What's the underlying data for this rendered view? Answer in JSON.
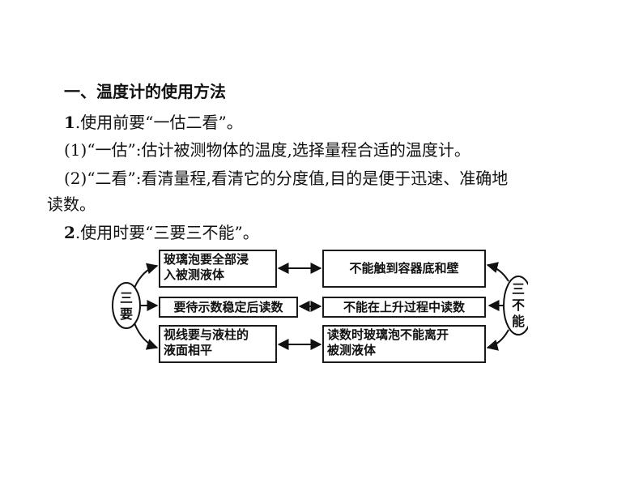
{
  "text": {
    "heading": "一、温度计的使用方法",
    "item1_num": "1",
    "item1_text": ".使用前要“一估二看”。",
    "sub1": "(1)“一估”:估计被测物体的温度,选择量程合适的温度计。",
    "sub2_line1": "(2)“二看”:看清量程,看清它的分度值,目的是便于迅速、准确地",
    "sub2_line2": "读数。",
    "item2_num": "2",
    "item2_text": ".使用时要“三要三不能”。"
  },
  "diagram": {
    "left_oval": [
      "三",
      "要"
    ],
    "right_oval": [
      "三",
      "不",
      "能"
    ],
    "left_boxes": [
      {
        "line1": "玻璃泡要全部浸",
        "line2": "入被测液体"
      },
      {
        "line1": "要待示数稳定后读数",
        "line2": ""
      },
      {
        "line1": "视线要与液柱的",
        "line2": "液面相平"
      }
    ],
    "right_boxes": [
      {
        "line1": "不能触到容器底和壁",
        "line2": ""
      },
      {
        "line1": "不能在上升过程中读数",
        "line2": ""
      },
      {
        "line1": "读数时玻璃泡不能离开",
        "line2": "被测液体"
      }
    ]
  }
}
